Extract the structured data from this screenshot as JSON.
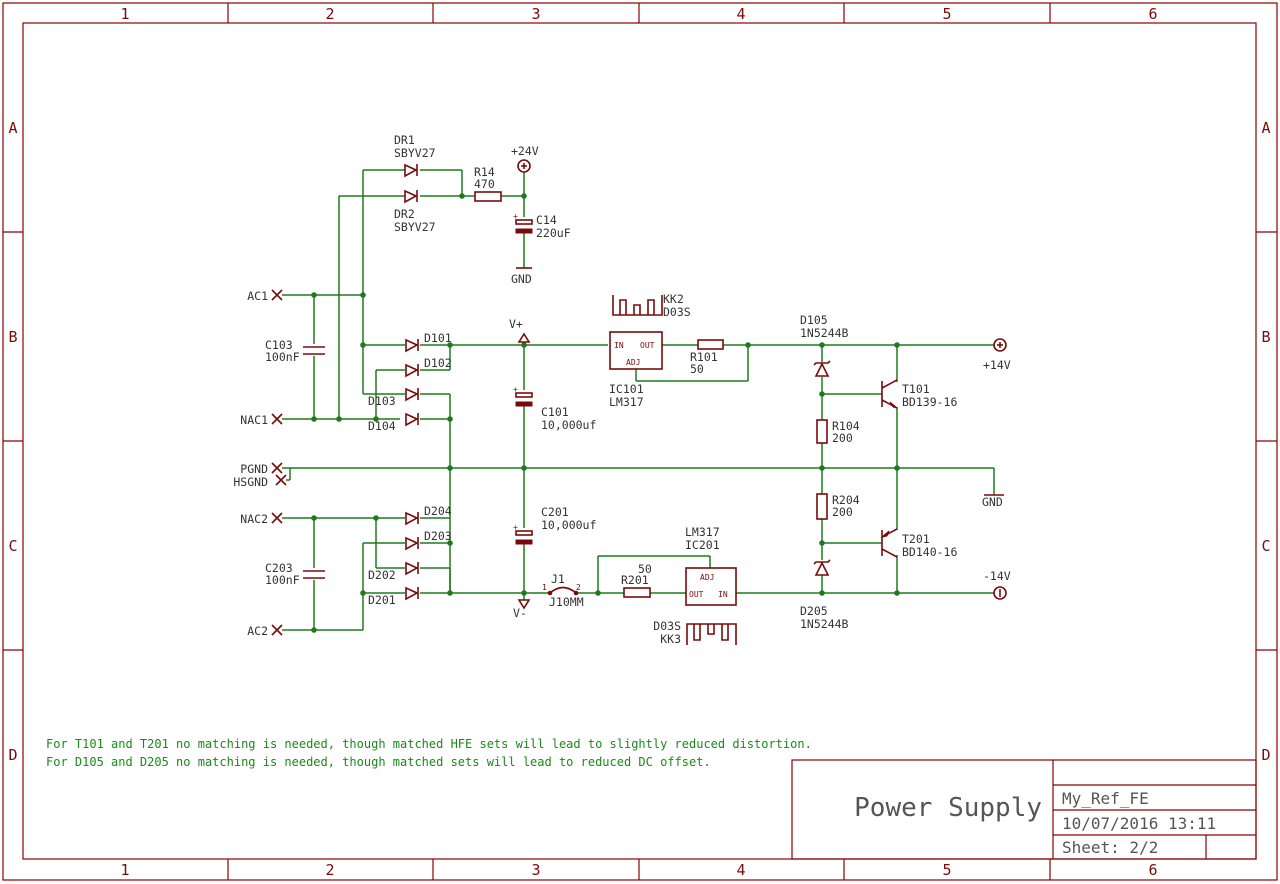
{
  "border": {
    "columns": [
      "1",
      "2",
      "3",
      "4",
      "5",
      "6"
    ],
    "rows": [
      "A",
      "B",
      "C",
      "D"
    ]
  },
  "title_block": {
    "title": "Power Supply",
    "project": "My_Ref_FE",
    "date": "10/07/2016 13:11",
    "sheet": "Sheet: 2/2"
  },
  "notes": [
    "For T101 and T201 no matching is needed, though matched HFE sets will lead to slightly reduced distortion.",
    "For D105 and D205 no matching is needed, though matched sets will lead to reduced DC offset."
  ],
  "connectors": {
    "ac1": "AC1",
    "nac1": "NAC1",
    "pgnd": "PGND",
    "hsgnd": "HSGND",
    "nac2": "NAC2",
    "ac2": "AC2"
  },
  "supplies": {
    "p24": "+24V",
    "gnd1": "GND",
    "vplus": "V+",
    "vminus": "V-",
    "p14": "+14V",
    "gnd2": "GND",
    "m14": "-14V"
  },
  "components": {
    "dr1_name": "DR1",
    "dr1_val": "SBYV27",
    "dr2_name": "DR2",
    "dr2_val": "SBYV27",
    "r14_name": "R14",
    "r14_val": "470",
    "c14_name": "C14",
    "c14_val": "220uF",
    "c103_name": "C103",
    "c103_val": "100nF",
    "d101": "D101",
    "d102": "D102",
    "d103": "D103",
    "d104": "D104",
    "c101_name": "C101",
    "c101_val": "10,000uf",
    "kk2_name": "KK2",
    "kk2_val": "D03S",
    "ic101_name": "IC101",
    "ic101_val": "LM317",
    "ic101_in": "IN",
    "ic101_out": "OUT",
    "ic101_adj": "ADJ",
    "r101_name": "R101",
    "r101_val": "50",
    "d105_name": "D105",
    "d105_val": "1N5244B",
    "t101_name": "T101",
    "t101_val": "BD139-16",
    "r104_name": "R104",
    "r104_val": "200",
    "r204_name": "R204",
    "r204_val": "200",
    "t201_name": "T201",
    "t201_val": "BD140-16",
    "d205_name": "D205",
    "d205_val": "1N5244B",
    "c201_name": "C201",
    "c201_val": "10,000uf",
    "c203_name": "C203",
    "c203_val": "100nF",
    "d204": "D204",
    "d203": "D203",
    "d202": "D202",
    "d201": "D201",
    "j1_name": "J1",
    "j1_val": "J10MM",
    "j1_pin1": "1",
    "j1_pin2": "2",
    "r201_name": "R201",
    "r201_val": "50",
    "ic201_name": "LM317",
    "ic201_val": "IC201",
    "ic201_in": "IN",
    "ic201_out": "OUT",
    "ic201_adj": "ADJ",
    "kk3_name": "KK3",
    "kk3_val": "D03S"
  },
  "colors": {
    "wire": "#1f7a1f",
    "symbol": "#7a0a0a",
    "frame": "#8b0000",
    "note": "#1a8a1a"
  }
}
